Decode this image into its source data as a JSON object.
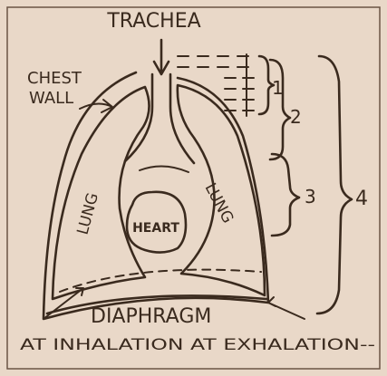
{
  "labels": {
    "trachea": "TRACHEA",
    "chest_wall_line1": "CHEST",
    "chest_wall_line2": "WALL",
    "lung_left": "LUNG",
    "lung_right": "LUNG",
    "heart": "HEART",
    "diaphragm": "DIAPHRAGM",
    "bottom_caption": "AT INHALATION AT EXHALATION--",
    "bracket_1": "1",
    "bracket_2": "2",
    "bracket_3": "3",
    "bracket_4": "4"
  },
  "colors": {
    "paper": "#e9d8c8",
    "ink": "#3a2a1e"
  }
}
